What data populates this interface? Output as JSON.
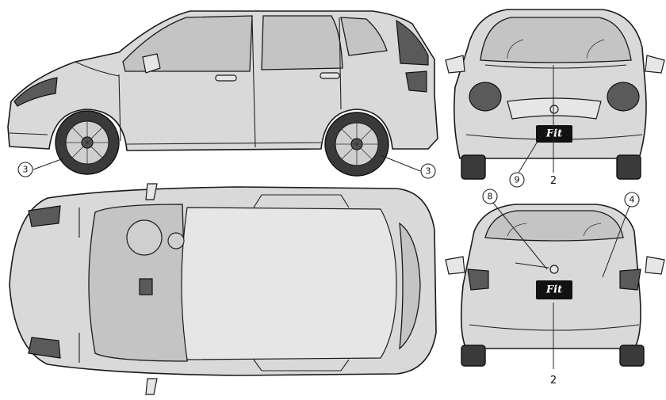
{
  "image": {
    "subject": "Honda Fit five-door hatchback",
    "views": [
      "side",
      "front",
      "top",
      "rear"
    ]
  },
  "badges": {
    "front_plate": "Fit",
    "rear_plate": "Fit"
  },
  "callouts": {
    "side_front_wheel": "3",
    "side_rear_wheel": "3",
    "front_left": "9",
    "front_center": "2",
    "rear_top_left": "8",
    "rear_top_right": "4",
    "rear_bottom": "2"
  }
}
